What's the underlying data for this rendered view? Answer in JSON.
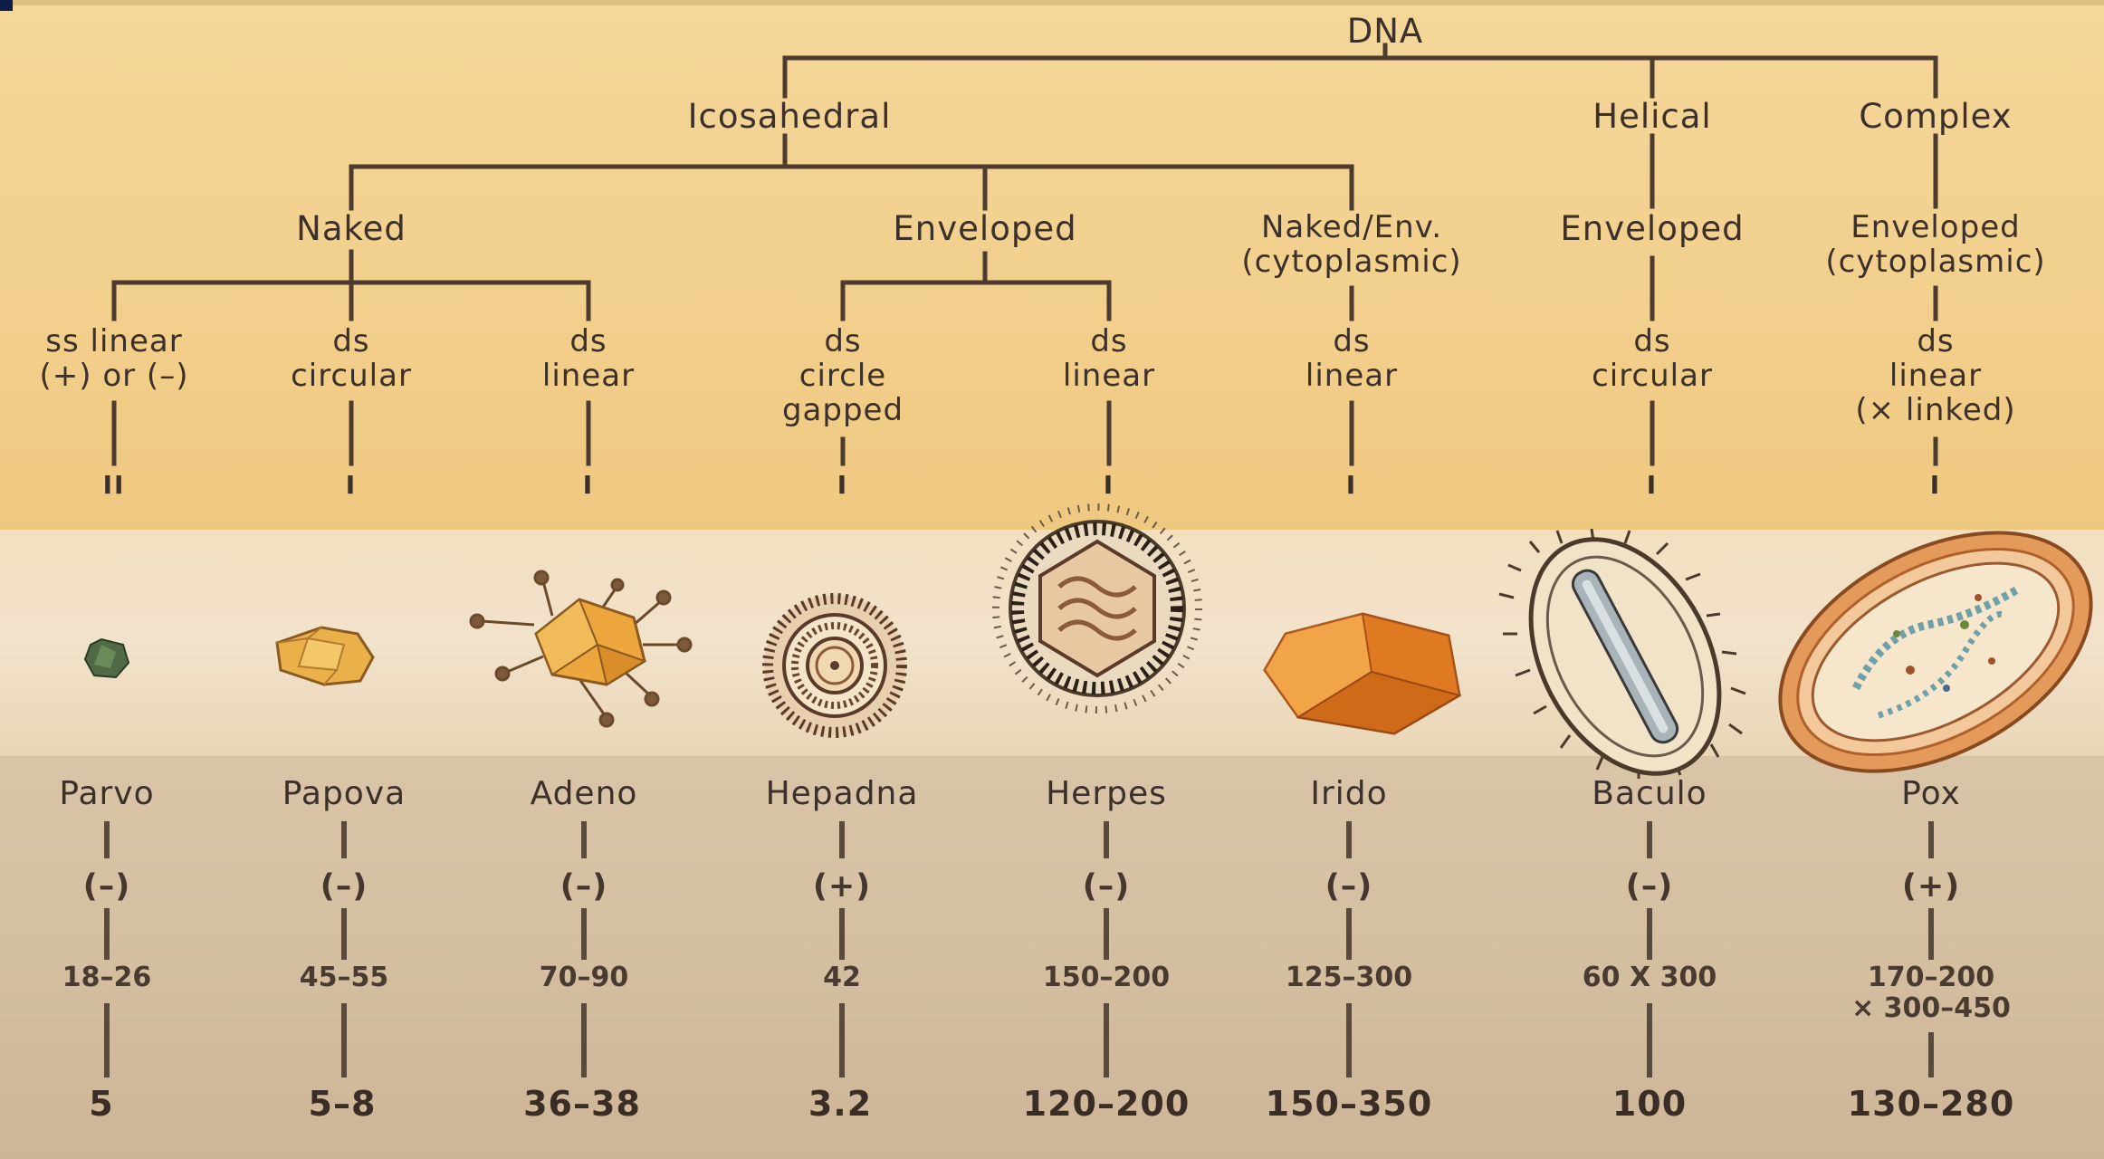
{
  "root": "DNA",
  "symmetry": {
    "icosahedral": "Icosahedral",
    "helical": "Helical",
    "complex": "Complex"
  },
  "envelope": {
    "naked": "Naked",
    "enveloped_ico": "Enveloped",
    "naked_env": [
      "Naked/Env.",
      "(cytoplasmic)"
    ],
    "enveloped_hel": "Enveloped",
    "enveloped_cx": [
      "Enveloped",
      "(cytoplasmic)"
    ]
  },
  "genome": {
    "parvo": [
      "ss linear",
      "(+) or (–)"
    ],
    "papova": [
      "ds",
      "circular"
    ],
    "adeno": [
      "ds",
      "linear"
    ],
    "hepadna": [
      "ds",
      "circle",
      "gapped"
    ],
    "herpes": [
      "ds",
      "linear"
    ],
    "irido": [
      "ds",
      "linear"
    ],
    "baculo": [
      "ds",
      "circular"
    ],
    "pox": [
      "ds",
      "linear",
      "(× linked)"
    ]
  },
  "roman": {
    "parvo": "II",
    "papova": "I",
    "adeno": "I",
    "hepadna": "I",
    "herpes": "I",
    "irido": "I",
    "baculo": "I",
    "pox": "I"
  },
  "families": {
    "parvo": "Parvo",
    "papova": "Papova",
    "adeno": "Adeno",
    "hepadna": "Hepadna",
    "herpes": "Herpes",
    "irido": "Irido",
    "baculo": "Baculo",
    "pox": "Pox"
  },
  "sense": {
    "parvo": "(–)",
    "papova": "(–)",
    "adeno": "(–)",
    "hepadna": "(+)",
    "herpes": "(–)",
    "irido": "(–)",
    "baculo": "(–)",
    "pox": "(+)"
  },
  "size_nm": {
    "parvo": "18–26",
    "papova": "45–55",
    "adeno": "70–90",
    "hepadna": "42",
    "herpes": "150–200",
    "irido": "125–300",
    "baculo": "60 X 300",
    "pox": [
      "170–200",
      "× 300–450"
    ]
  },
  "genome_kb": {
    "parvo": "5",
    "papova": "5–8",
    "adeno": "36–38",
    "hepadna": "3.2",
    "herpes": "120–200",
    "irido": "150–350",
    "baculo": "100",
    "pox": "130–280"
  },
  "colors": {
    "line": "#4d3b2f",
    "top_band": "#f2cf8c",
    "mid_band": "#f1e2cb",
    "bottom_band": "#d6c0a2"
  }
}
